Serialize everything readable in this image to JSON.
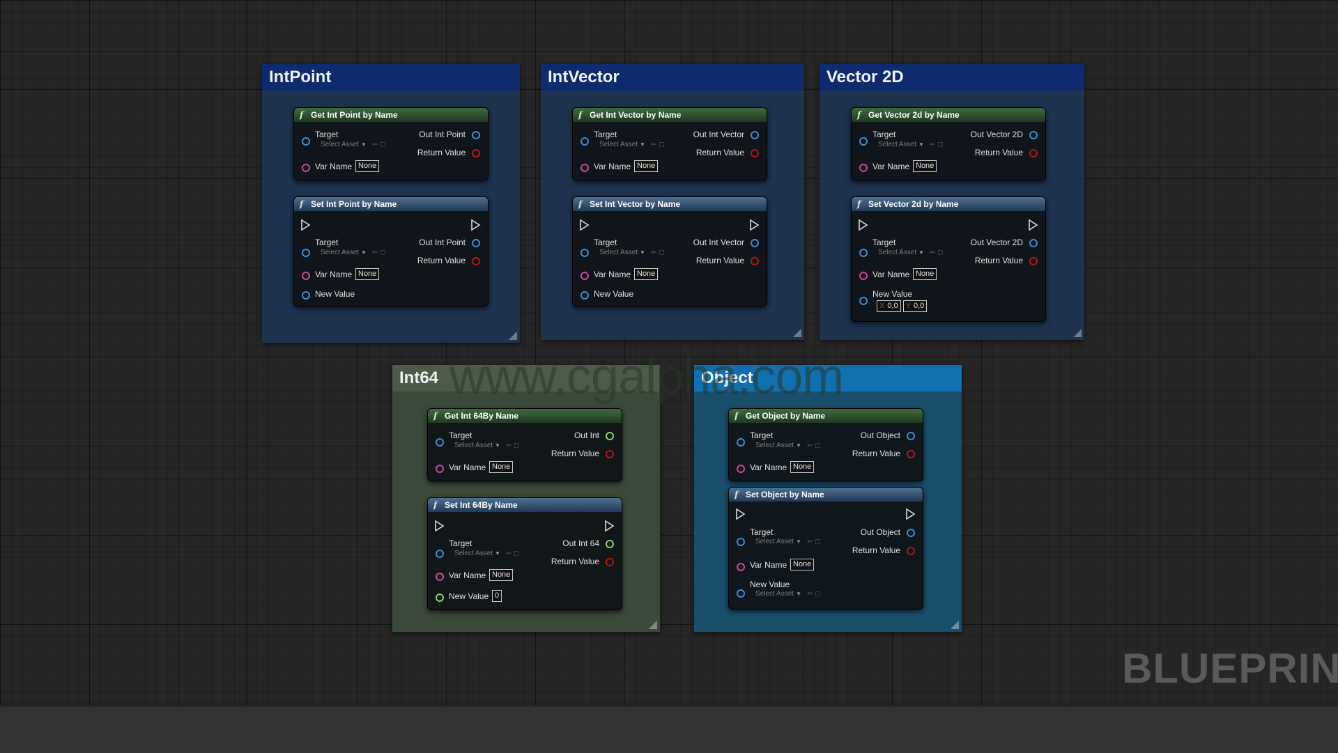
{
  "watermark": "BLUEPRINT",
  "site_watermark": "www.cgalpha.com",
  "colors": {
    "object_pin": "#3b8fd6",
    "name_pin": "#d2459c",
    "bool_pin": "#b51616",
    "int64_pin": "#8ad65d"
  },
  "groups": {
    "intpoint": {
      "title": "IntPoint",
      "get": {
        "title": "Get Int Point by Name",
        "target": "Target",
        "select_asset": "Select Asset",
        "var_name": "Var Name",
        "var_value": "None",
        "out": "Out Int Point",
        "ret": "Return Value"
      },
      "set": {
        "title": "Set Int Point by Name",
        "target": "Target",
        "select_asset": "Select Asset",
        "var_name": "Var Name",
        "var_value": "None",
        "out": "Out Int Point",
        "ret": "Return Value",
        "new_value": "New Value"
      }
    },
    "intvector": {
      "title": "IntVector",
      "get": {
        "title": "Get Int Vector by Name",
        "target": "Target",
        "select_asset": "Select Asset",
        "var_name": "Var Name",
        "var_value": "None",
        "out": "Out Int Vector",
        "ret": "Return Value"
      },
      "set": {
        "title": "Set Int Vector by Name",
        "target": "Target",
        "select_asset": "Select Asset",
        "var_name": "Var Name",
        "var_value": "None",
        "out": "Out Int Vector",
        "ret": "Return Value",
        "new_value": "New Value"
      }
    },
    "vector2d": {
      "title": "Vector 2D",
      "get": {
        "title": "Get Vector 2d by Name",
        "target": "Target",
        "select_asset": "Select Asset",
        "var_name": "Var Name",
        "var_value": "None",
        "out": "Out Vector 2D",
        "ret": "Return Value"
      },
      "set": {
        "title": "Set Vector 2d by Name",
        "target": "Target",
        "select_asset": "Select Asset",
        "var_name": "Var Name",
        "var_value": "None",
        "out": "Out Vector 2D",
        "ret": "Return Value",
        "new_value": "New Value",
        "x_label": "X",
        "x_value": "0,0",
        "y_label": "Y",
        "y_value": "0,0"
      }
    },
    "int64": {
      "title": "Int64",
      "get": {
        "title": "Get Int 64By Name",
        "target": "Target",
        "select_asset": "Select Asset",
        "var_name": "Var Name",
        "var_value": "None",
        "out": "Out Int",
        "ret": "Return Value"
      },
      "set": {
        "title": "Set Int 64By Name",
        "target": "Target",
        "select_asset": "Select Asset",
        "var_name": "Var Name",
        "var_value": "None",
        "out": "Out Int 64",
        "ret": "Return Value",
        "new_value": "New Value",
        "new_value_value": "0"
      }
    },
    "object": {
      "title": "Object",
      "get": {
        "title": "Get Object by Name",
        "target": "Target",
        "select_asset": "Select Asset",
        "var_name": "Var Name",
        "var_value": "None",
        "out": "Out Object",
        "ret": "Return Value"
      },
      "set": {
        "title": "Set Object by Name",
        "target": "Target",
        "select_asset": "Select Asset",
        "var_name": "Var Name",
        "var_value": "None",
        "out": "Out Object",
        "ret": "Return Value",
        "new_value": "New Value",
        "new_value_asset": "Select Asset"
      }
    }
  }
}
